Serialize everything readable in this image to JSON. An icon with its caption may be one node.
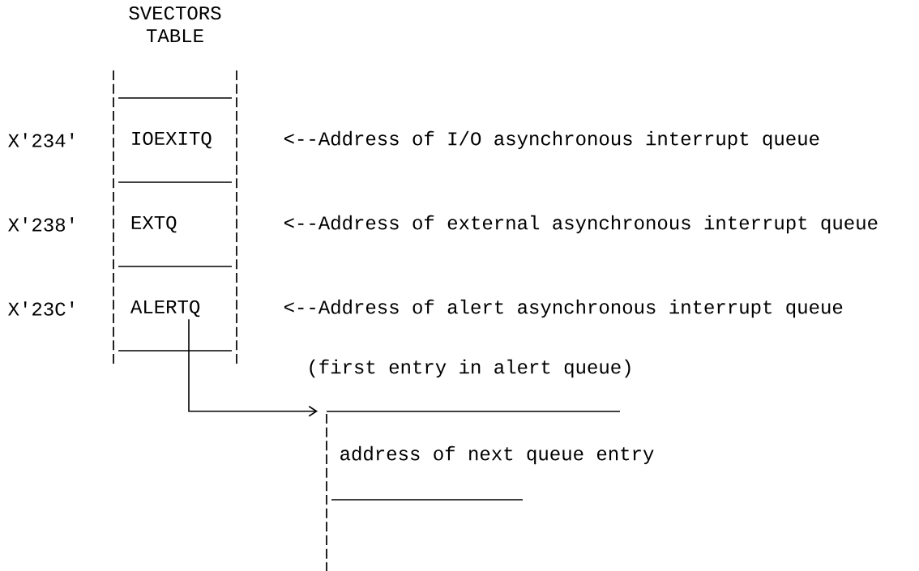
{
  "diagram": {
    "nodes": [
      {
        "text": [
          "SVECTORS TABLE"
        ]
      },
      {
        "text": [
          "IOEXITQ"
        ],
        "in": 0,
        "beside": [
          "X'234'"
        ]
      },
      {
        "text": [
          "EXTQ"
        ],
        "in": 0,
        "beside": [
          "X'238'"
        ]
      },
      {
        "text": [
          "ALERTQ"
        ],
        "in": 0,
        "beside": [
          "X'23C'"
        ]
      },
      {
        "text": [
          "(first entry in alert queue)",
          "address of next queue entry"
        ]
      }
    ],
    "edges": [
      {
        "from": 3,
        "to": 4,
        "arrow": "to"
      }
    ],
    "labels": [
      "<--Address of I/O asynchronous interrupt queue",
      "<--Address of external asynchronous interrupt queue",
      "<--Address of alert asynchronous interrupt queue"
    ]
  }
}
